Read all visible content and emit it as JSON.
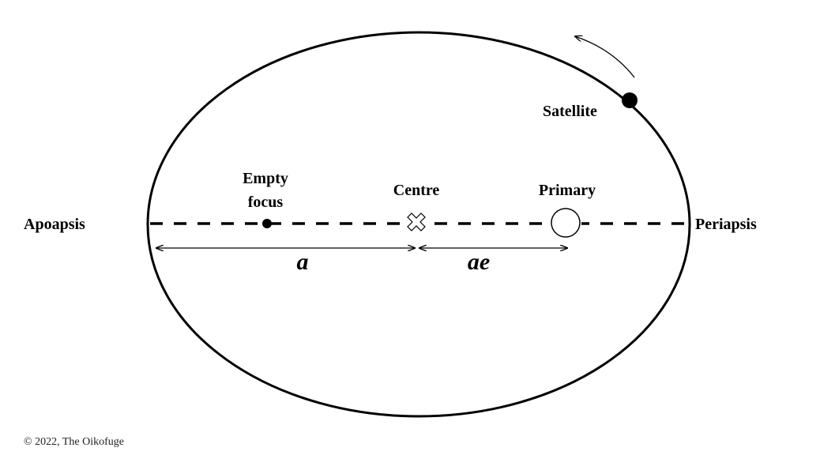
{
  "labels": {
    "apoapsis": "Apoapsis",
    "periapsis": "Periapsis",
    "empty_focus_line1": "Empty",
    "empty_focus_line2": "focus",
    "centre": "Centre",
    "primary": "Primary",
    "satellite": "Satellite",
    "semi_major_axis": "a",
    "focal_distance": "ae"
  },
  "copyright": "© 2022, The Oikofuge"
}
